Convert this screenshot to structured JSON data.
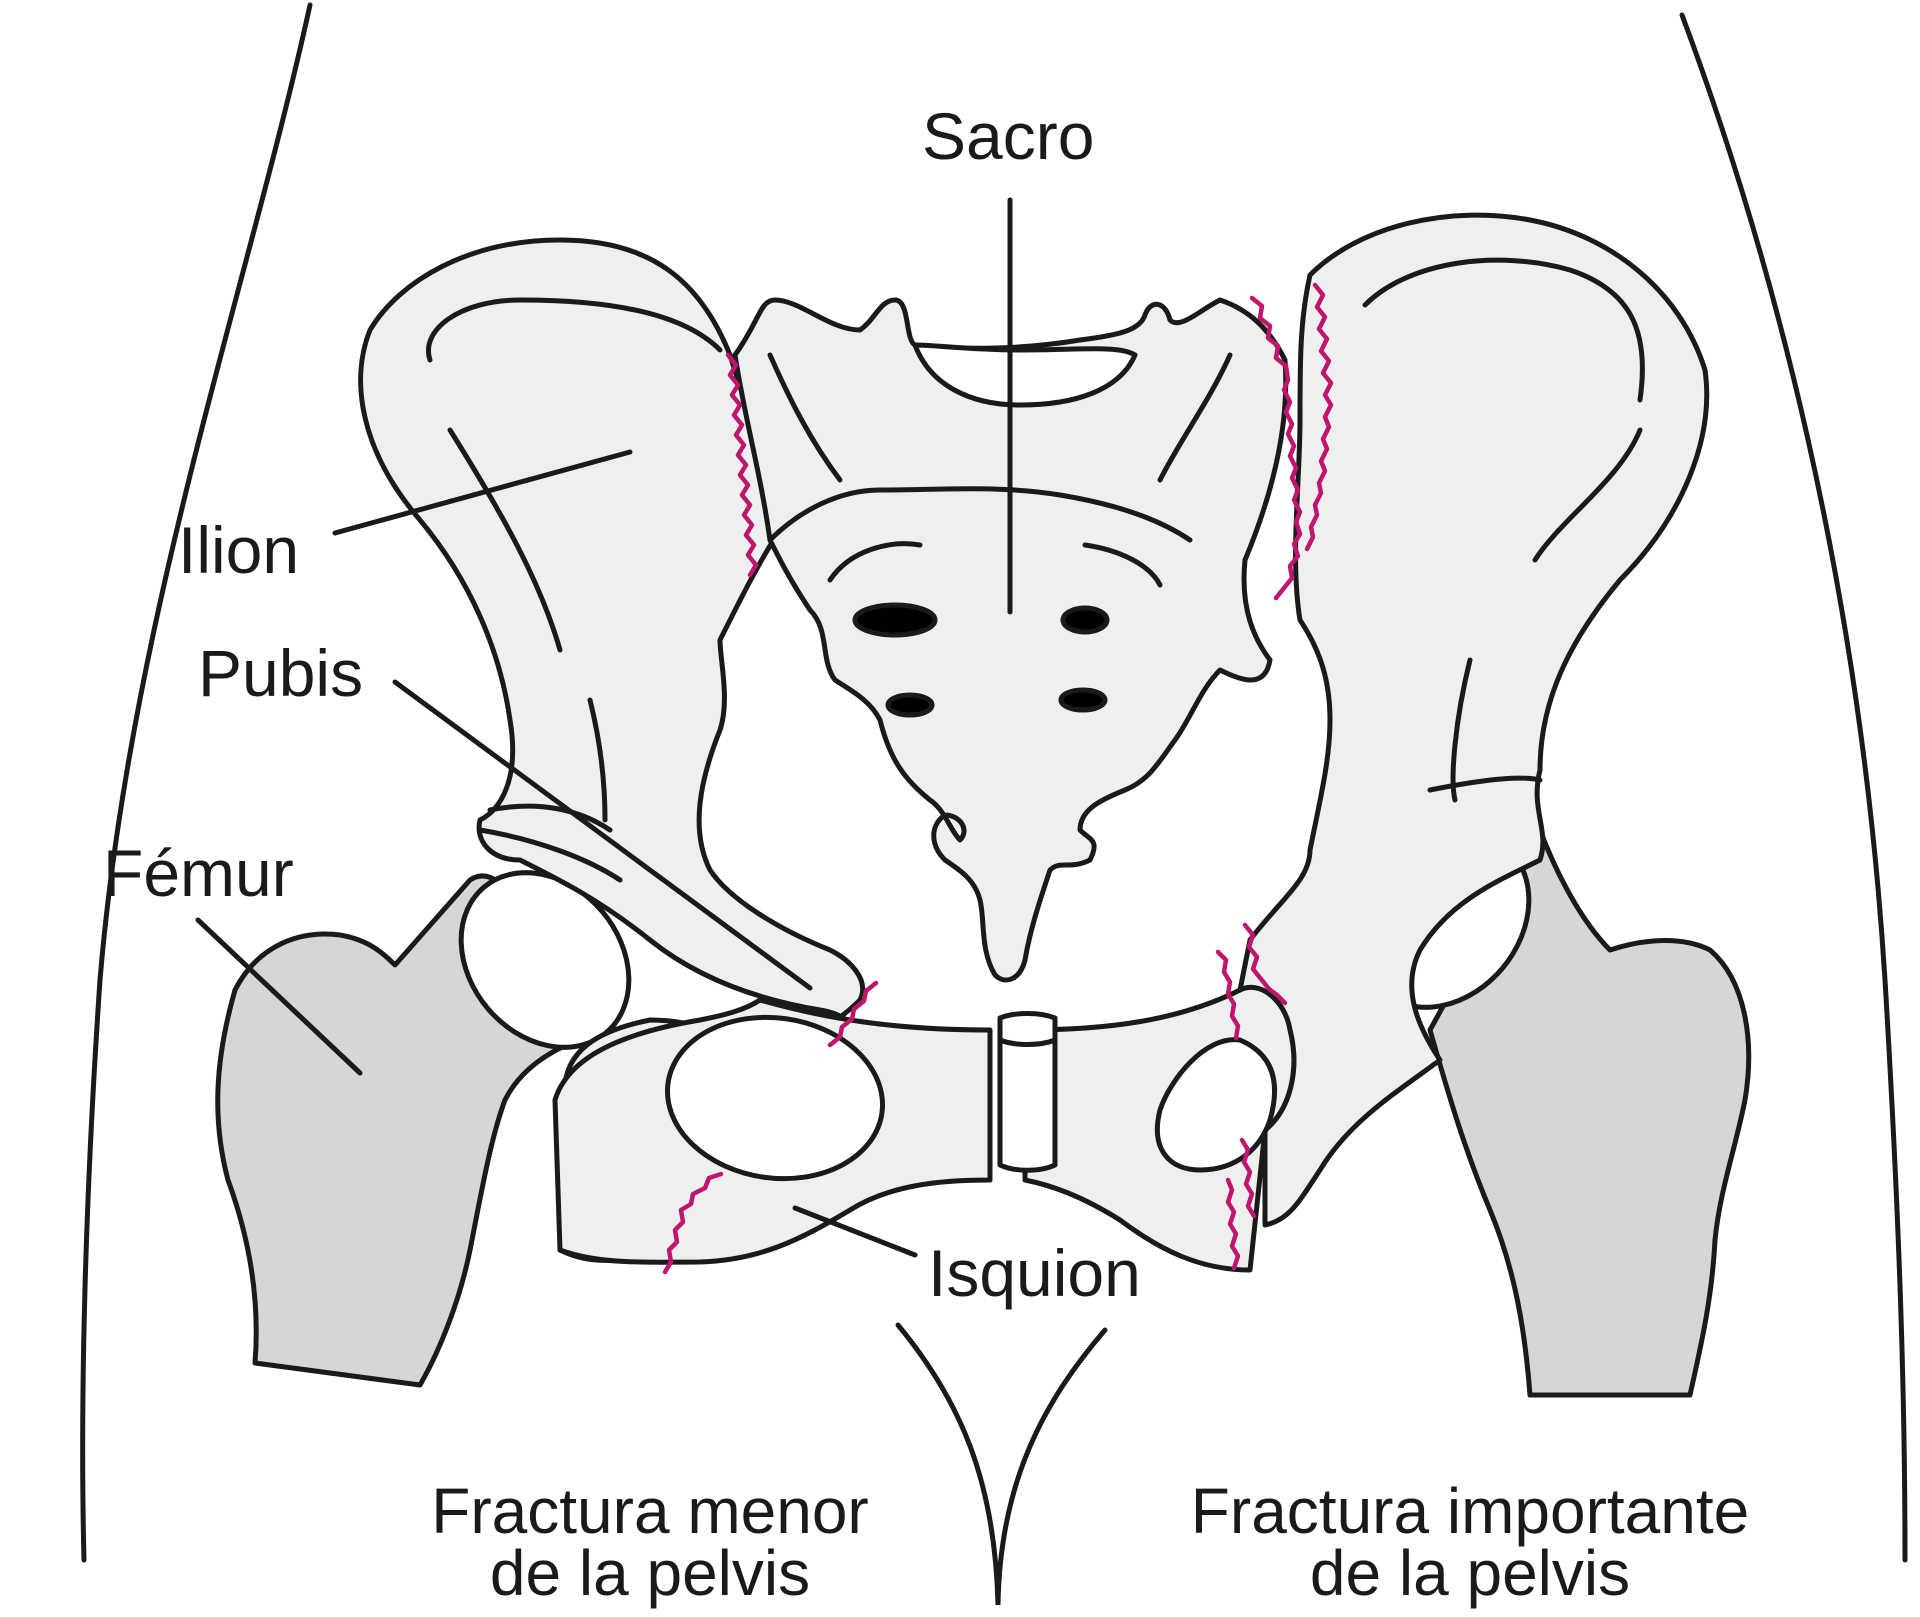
{
  "labels": {
    "sacro": "Sacro",
    "ilion": "Ilion",
    "pubis": "Pubis",
    "femur": "Fémur",
    "isquion": "Isquion"
  },
  "captions": {
    "minor": {
      "line1": "Fractura menor",
      "line2": "de la pelvis"
    },
    "major": {
      "line1": "Fractura importante",
      "line2": "de la pelvis"
    }
  },
  "colors": {
    "outline": "#1a1a1a",
    "bone_fill": "#eef0ef",
    "femur_fill": "#d6d6d6",
    "fracture": "#c0156e",
    "background": "#ffffff"
  }
}
